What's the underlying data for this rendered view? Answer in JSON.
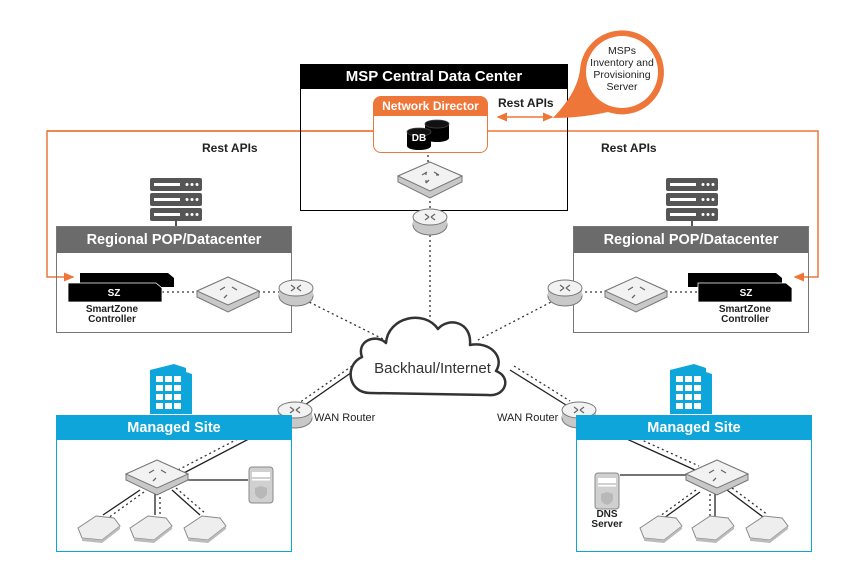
{
  "diagram": {
    "title": "MSP Network Architecture",
    "colors": {
      "orange": "#ee7638",
      "black": "#000000",
      "gray_header": "#6b6b6b",
      "blue": "#0ea5db",
      "device_gray": "#e8e8e8"
    },
    "central_dc": {
      "title": "MSP Central Data Center",
      "network_director": {
        "title": "Network Director",
        "db_label": "DB"
      }
    },
    "inventory_server": {
      "lines": [
        "MSPs",
        "Inventory and",
        "Provisioning",
        "Server"
      ]
    },
    "rest_api_labels": {
      "top": "Rest APIs",
      "left": "Rest APIs",
      "right": "Rest APIs"
    },
    "regional_left": {
      "title": "Regional POP/Datacenter",
      "controller_badge": "SZ",
      "controller_label_line1": "SmartZone",
      "controller_label_line2": "Controller"
    },
    "regional_right": {
      "title": "Regional POP/Datacenter",
      "controller_badge": "SZ",
      "controller_label_line1": "SmartZone",
      "controller_label_line2": "Controller"
    },
    "cloud": {
      "label": "Backhaul/Internet"
    },
    "wan_router_left": {
      "label": "WAN Router"
    },
    "wan_router_right": {
      "label": "WAN Router"
    },
    "managed_left": {
      "title": "Managed Site"
    },
    "managed_right": {
      "title": "Managed Site",
      "dns_line1": "DNS",
      "dns_line2": "Server"
    }
  }
}
